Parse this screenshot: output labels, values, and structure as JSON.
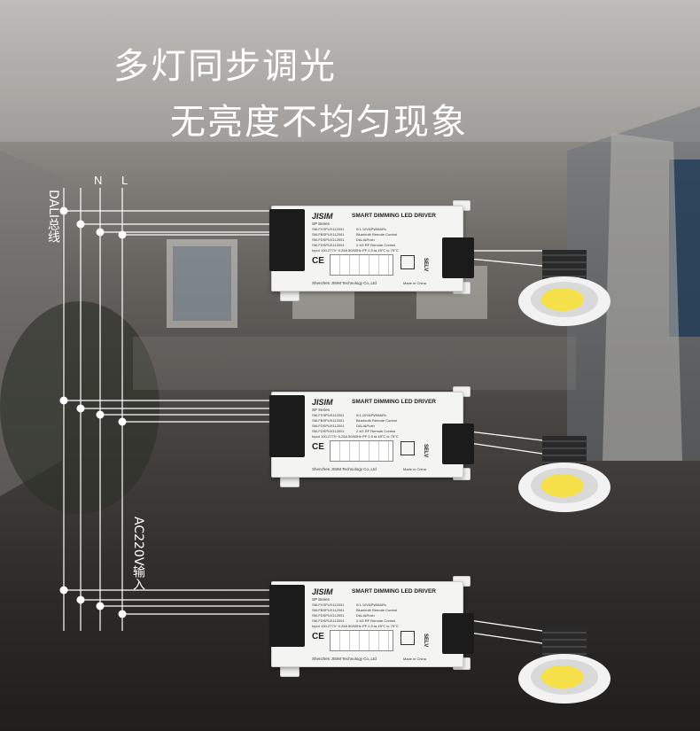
{
  "headline": {
    "line1": "多灯同步调光",
    "line2": "无亮度不均匀现象"
  },
  "wiring": {
    "label_n": "N",
    "label_l": "L",
    "label_dali": "DALI总线",
    "label_ac": "AC220V输入"
  },
  "driver": {
    "brand": "JISIM",
    "title": "SMART DIMMING LED DRIVER",
    "series": "SP Series",
    "models": [
      "SM-FXSPUX112001",
      "SM-FBSPUX112001",
      "SM-FDSPUX112001",
      "SM-FDSPUX112001"
    ],
    "options": [
      "0/1-10V&PWM&Rx",
      "Bluetooth Remote Control",
      "DALI&Push",
      "2.4G RF Remote Control"
    ],
    "input": "Input 100-277V~0.25A 50/60Hz   PF 0.9   ta 45°C   tc 75°C",
    "ce": "CE",
    "selv": "SELV",
    "made_in": "Made in China",
    "maker": "Shenzhen JISIM Technology Co.,Ltd"
  },
  "colors": {
    "wire": "#ffffff",
    "led": "#f6e04a",
    "driver_body": "#f4f4f2",
    "terminal": "#1b1b1b"
  }
}
